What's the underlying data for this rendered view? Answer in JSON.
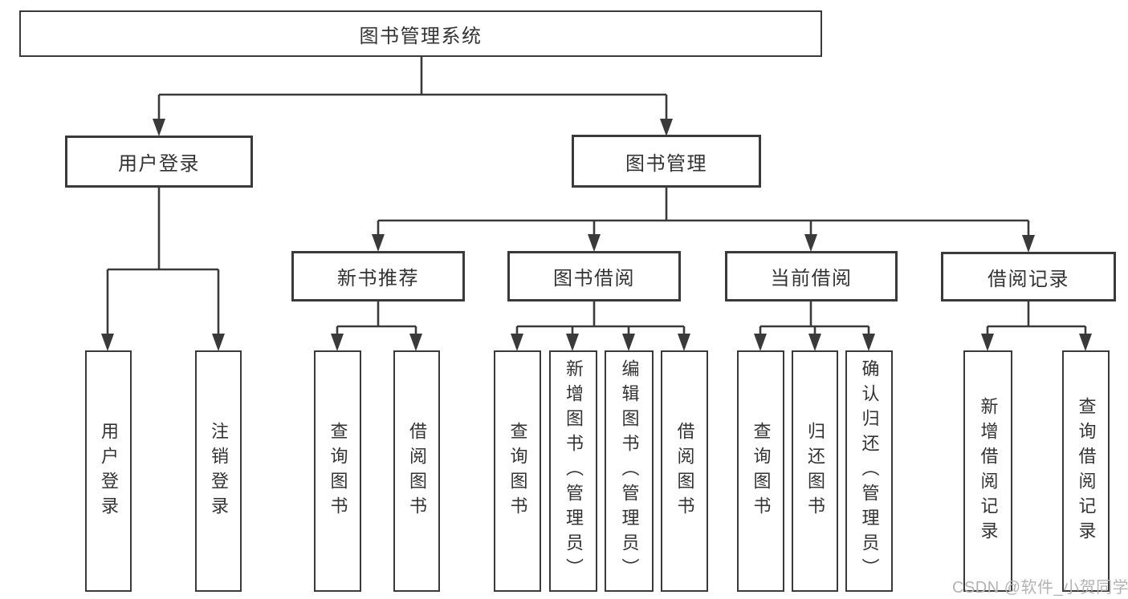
{
  "tree": {
    "root": "图书管理系统",
    "branches": [
      {
        "label": "用户登录",
        "children": [
          "用户登录",
          "注销登录"
        ]
      },
      {
        "label": "图书管理",
        "groups": [
          {
            "label": "新书推荐",
            "children": [
              "查询图书",
              "借阅图书"
            ]
          },
          {
            "label": "图书借阅",
            "children": [
              "查询图书",
              "新增图书（管理员）",
              "编辑图书（管理员）",
              "借阅图书"
            ]
          },
          {
            "label": "当前借阅",
            "children": [
              "查询图书",
              "归还图书",
              "确认归还（管理员）"
            ]
          },
          {
            "label": "借阅记录",
            "children": [
              "新增借阅记录",
              "查询借阅记录"
            ]
          }
        ]
      }
    ]
  },
  "watermark": {
    "text": "CSDN @软件_小贺同学"
  },
  "colors": {
    "line": "#3a3a3a",
    "box_border": "#3a3a3a",
    "text": "#333333",
    "watermark": "#b3b3b3",
    "background": "#ffffff"
  }
}
